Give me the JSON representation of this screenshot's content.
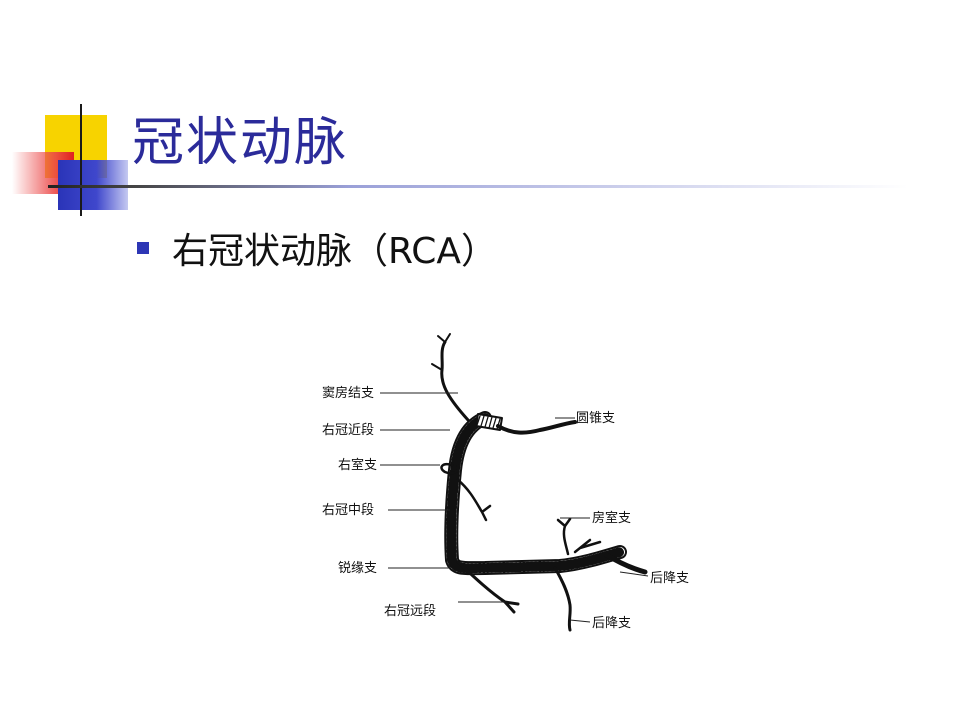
{
  "slide": {
    "title": "冠状动脉",
    "bullet": "右冠状动脉（RCA）"
  },
  "diagram": {
    "labels": {
      "sinus_node_branch": "窦房结支",
      "proximal_rca": "右冠近段",
      "rv_branch": "右室支",
      "mid_rca": "右冠中段",
      "acute_marginal": "锐缘支",
      "distal_rca": "右冠远段",
      "conus_branch": "圆锥支",
      "av_node_branch": "房室支",
      "pda_upper": "后降支",
      "pda_lower": "后降支"
    }
  },
  "colors": {
    "title": "#2b2b9a",
    "bullet": "#2d36b5",
    "deco_yellow": "#f7d300",
    "deco_red": "#e02020",
    "deco_blue": "#2a34b8"
  }
}
